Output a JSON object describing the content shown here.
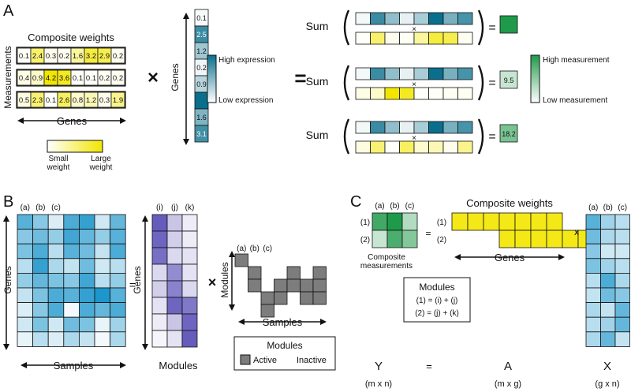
{
  "panels": {
    "A": "A",
    "B": "B",
    "C": "C"
  },
  "colors": {
    "expr_high": "#0a6f8c",
    "expr_low": "#ffffff",
    "weight_small": "#ffffff",
    "weight_large": "#f2e600",
    "meas_high": "#1f9a4a",
    "meas_low": "#ffffff",
    "module_blue": "#4a3fb0",
    "active": "#7d7d7d"
  },
  "panelA": {
    "composite_title": "Composite weights",
    "measurements_label": "Measurements",
    "genes_label": "Genes",
    "genes_label_vertical": "Genes",
    "weight_rows": [
      [
        "0.1",
        "2.4",
        "0.3",
        "0.2",
        "1.6",
        "3.2",
        "2.9",
        "0.2"
      ],
      [
        "0.4",
        "0.9",
        "4.2",
        "3.6",
        "0.1",
        "0.1",
        "0.2",
        "0.2"
      ],
      [
        "0.5",
        "2.3",
        "0.1",
        "2.6",
        "0.8",
        "1.2",
        "0.3",
        "1.9"
      ]
    ],
    "weight_levels": [
      [
        0.02,
        0.57,
        0.07,
        0.05,
        0.38,
        0.76,
        0.69,
        0.05
      ],
      [
        0.1,
        0.21,
        1.0,
        0.86,
        0.02,
        0.02,
        0.05,
        0.05
      ],
      [
        0.12,
        0.55,
        0.02,
        0.62,
        0.19,
        0.29,
        0.07,
        0.45
      ]
    ],
    "multiply": "×",
    "equals": "=",
    "expression_values": [
      "0.1",
      "2.5",
      "1.2",
      "0.2",
      "0.9",
      "",
      "1.6",
      "3.1"
    ],
    "expression_levels": [
      0.03,
      0.8,
      0.39,
      0.06,
      0.29,
      1.0,
      0.52,
      0.77
    ],
    "high_expression": "High expression",
    "low_expression": "Low expression",
    "small_weight": "Small\nweight",
    "large_weight": "Large\nweight",
    "sum_label": "Sum",
    "sum_rows": [
      {
        "result": "",
        "result_level": 1.0,
        "expr_levels": [
          0.05,
          0.8,
          0.45,
          0.1,
          0.35,
          1.0,
          0.55,
          0.75
        ],
        "weight_levels": [
          0.02,
          0.57,
          0.07,
          0.05,
          0.38,
          0.76,
          0.69,
          0.05
        ]
      },
      {
        "result": "9.5",
        "result_level": 0.25,
        "expr_levels": [
          0.05,
          0.8,
          0.45,
          0.1,
          0.35,
          1.0,
          0.55,
          0.75
        ],
        "weight_levels": [
          0.1,
          0.21,
          1.0,
          0.86,
          0.02,
          0.02,
          0.05,
          0.05
        ]
      },
      {
        "result": "18.2",
        "result_level": 0.6,
        "expr_levels": [
          0.05,
          0.8,
          0.45,
          0.1,
          0.35,
          1.0,
          0.55,
          0.75
        ],
        "weight_levels": [
          0.12,
          0.55,
          0.02,
          0.62,
          0.19,
          0.29,
          0.07,
          0.45
        ]
      }
    ],
    "times": "×",
    "high_measurement": "High measurement",
    "low_measurement": "Low measurement"
  },
  "panelB": {
    "col_labels": [
      "(a)",
      "(b)",
      "(c)"
    ],
    "genes_label": "Genes",
    "samples_label": "Samples",
    "equals": "=",
    "module_cols": [
      "(i)",
      "(j)",
      "(k)"
    ],
    "modules_label": "Modules",
    "multiply": "×",
    "x_levels": [
      [
        0.7,
        0.5,
        0.15,
        0.75,
        0.85,
        0.2,
        0.65
      ],
      [
        0.5,
        0.6,
        0.45,
        0.8,
        0.65,
        0.45,
        0.7
      ],
      [
        0.55,
        0.75,
        0.3,
        0.7,
        0.6,
        0.25,
        0.75
      ],
      [
        0.3,
        0.85,
        0.35,
        0.25,
        0.6,
        0.2,
        0.3
      ],
      [
        0.45,
        0.65,
        0.55,
        0.5,
        0.8,
        0.3,
        0.45
      ],
      [
        0.25,
        0.55,
        0.75,
        0.7,
        0.85,
        0.95,
        0.7
      ],
      [
        0.15,
        0.5,
        0.75,
        0.05,
        0.75,
        0.65,
        0.75
      ],
      [
        0.2,
        0.55,
        0.2,
        0.6,
        0.55,
        0.1,
        0.4
      ],
      [
        0.1,
        0.3,
        0.15,
        0.35,
        0.25,
        0.05,
        0.35
      ]
    ],
    "a_levels": [
      [
        0.85,
        0.3,
        0.1
      ],
      [
        0.8,
        0.25,
        0.1
      ],
      [
        0.75,
        0.2,
        0.15
      ],
      [
        0.2,
        0.6,
        0.15
      ],
      [
        0.25,
        0.65,
        0.2
      ],
      [
        0.15,
        0.8,
        0.7
      ],
      [
        0.1,
        0.3,
        0.8
      ],
      [
        0.05,
        0.15,
        0.85
      ]
    ],
    "s_cols": [
      "(a)",
      "(b)",
      "(c)"
    ],
    "s_modules_label": "Modules",
    "s_samples_label": "Samples",
    "s_active": [
      [
        1,
        0,
        0,
        0,
        0,
        0,
        0
      ],
      [
        0,
        1,
        0,
        0,
        1,
        0,
        1
      ],
      [
        0,
        1,
        0,
        1,
        1,
        1,
        1
      ],
      [
        0,
        0,
        1,
        1,
        0,
        1,
        1
      ],
      [
        0,
        0,
        1,
        0,
        0,
        0,
        0
      ]
    ],
    "legend_title": "Modules",
    "legend_active": "Active",
    "legend_inactive": "Inactive"
  },
  "panelC": {
    "y_cols": [
      "(a)",
      "(b)",
      "(c)"
    ],
    "y_rows": [
      "(1)",
      "(2)"
    ],
    "y_levels": [
      [
        0.85,
        1.0,
        0.35
      ],
      [
        0.25,
        0.8,
        0.55
      ]
    ],
    "composite_measurements": "Composite\nmeasurements",
    "equals": "=",
    "composite_title": "Composite weights",
    "a_rows": [
      "(1)",
      "(2)"
    ],
    "a_row1_cells": 7,
    "a_row2_start": 3,
    "a_row2_cells": 6,
    "genes_label": "Genes",
    "multiply": "x",
    "modules_title": "Modules",
    "module_def1": "(1) = (i) + (j)",
    "module_def2": "(2) = (j) + (k)",
    "x_cols": [
      "(a)",
      "(b)",
      "(c)"
    ],
    "x_levels": [
      [
        0.7,
        0.4,
        0.3
      ],
      [
        0.6,
        0.35,
        0.3
      ],
      [
        0.5,
        0.2,
        0.2
      ],
      [
        0.55,
        0.4,
        0.3
      ],
      [
        0.3,
        0.75,
        0.35
      ],
      [
        0.25,
        0.6,
        0.5
      ],
      [
        0.35,
        0.25,
        0.65
      ],
      [
        0.3,
        0.4,
        0.65
      ],
      [
        0.35,
        0.65,
        0.25
      ]
    ],
    "y_symbol": "Y",
    "y_dims": "(m x n)",
    "eq": "=",
    "a_symbol": "A",
    "a_dims": "(m x g)",
    "x_symbol": "X",
    "x_dims": "(g x n)"
  }
}
